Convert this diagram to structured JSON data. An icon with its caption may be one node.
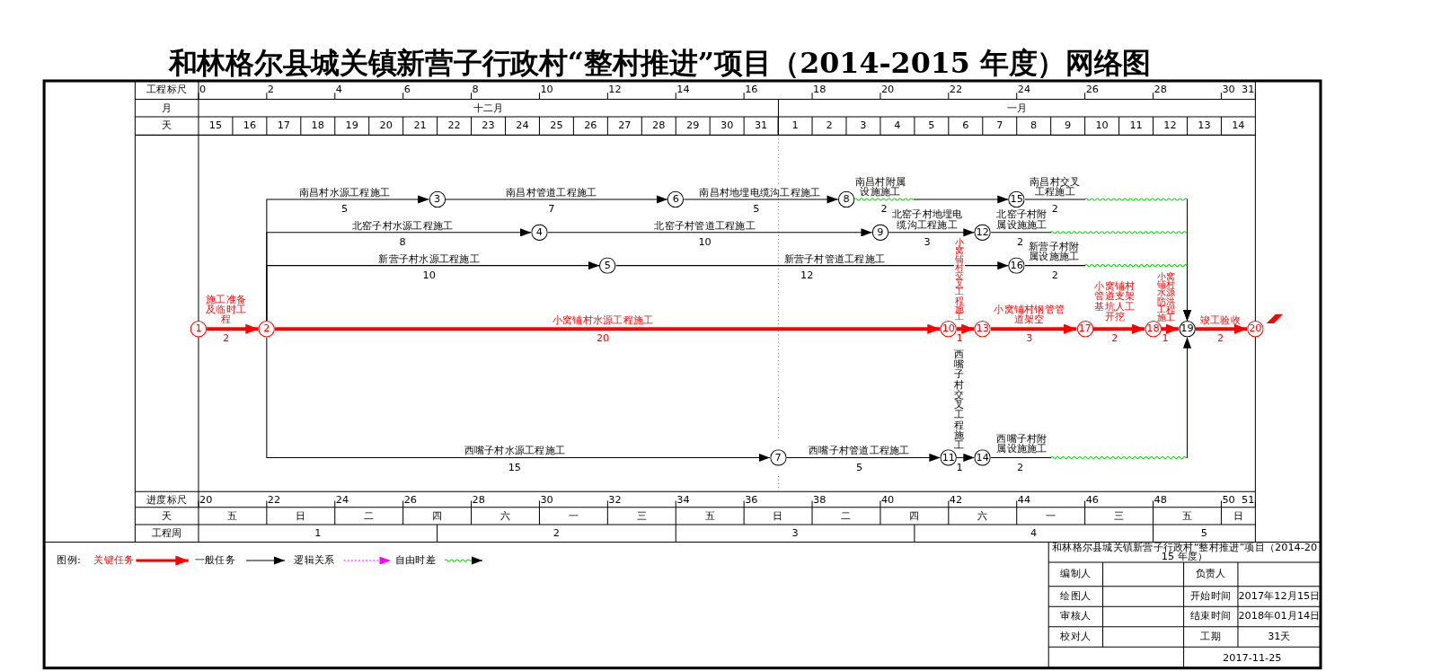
{
  "diagram": {
    "title": "和林格尔县城关镇新营子行政村“整村推进”项目（2014-2015 年度）网络图",
    "nodes": [
      {
        "text": [
          "1"
        ]
      },
      {
        "text": [
          "2"
        ]
      },
      {
        "text": [
          "3"
        ]
      },
      {
        "text": [
          "4"
        ]
      },
      {
        "text": [
          "5"
        ]
      },
      {
        "text": [
          "6"
        ]
      },
      {
        "text": [
          "7"
        ]
      },
      {
        "text": [
          "8"
        ]
      },
      {
        "text": [
          "9"
        ]
      },
      {
        "text": [
          "10"
        ]
      },
      {
        "text": [
          "11"
        ]
      },
      {
        "text": [
          "12"
        ]
      },
      {
        "text": [
          "13"
        ]
      },
      {
        "text": [
          "14"
        ]
      },
      {
        "text": [
          "15"
        ]
      },
      {
        "text": [
          "16"
        ]
      },
      {
        "text": [
          "17"
        ]
      },
      {
        "text": [
          "18"
        ]
      },
      {
        "text": [
          "19"
        ]
      },
      {
        "text": [
          "20"
        ]
      }
    ],
    "edges": [
      {
        "from": 0,
        "to": 1,
        "arrow": "to",
        "label": "施工准备及临时工程",
        "style": "thick",
        "color": "#ff0000"
      },
      {
        "from": 1,
        "to": 2,
        "arrow": "to",
        "label": "南昌村水源工程施工"
      },
      {
        "from": 2,
        "to": 5,
        "arrow": "to",
        "label": "南昌村管道工程施工"
      },
      {
        "from": 5,
        "to": 7,
        "arrow": "to",
        "label": "南昌村地埋电缆沟工程施工"
      },
      {
        "from": 7,
        "to": 14,
        "arrow": "to",
        "label": "南昌村附属设施施工"
      },
      {
        "from": 14,
        "to": 18,
        "arrow": "to",
        "label": "南昌村交叉工程施工"
      },
      {
        "from": 1,
        "to": 3,
        "arrow": "to",
        "label": "北窑子村水源工程施工"
      },
      {
        "from": 3,
        "to": 8,
        "arrow": "to",
        "label": "北窑子村管道工程施工"
      },
      {
        "from": 8,
        "to": 11,
        "arrow": "to",
        "label": "北窑子村地埋电缆沟工程施工"
      },
      {
        "from": 11,
        "to": 18,
        "arrow": "to",
        "label": "北窑子村附属设施施工"
      },
      {
        "from": 1,
        "to": 4,
        "arrow": "to",
        "label": "新营子村水源工程施工"
      },
      {
        "from": 4,
        "to": 15,
        "arrow": "to",
        "label": "新营子村管道工程施工"
      },
      {
        "from": 15,
        "to": 18,
        "arrow": "to",
        "label": "新营子村附属设施施工"
      },
      {
        "from": 1,
        "to": 9,
        "arrow": "to",
        "label": "小窝铺村水源工程施工",
        "style": "thick",
        "color": "#ff0000"
      },
      {
        "from": 9,
        "to": 12,
        "arrow": "to",
        "label": "小窝铺村交叉工程施工",
        "style": "thick",
        "color": "#ff0000"
      },
      {
        "from": 12,
        "to": 16,
        "arrow": "to",
        "label": "小窝铺村钢管管道架空",
        "style": "thick",
        "color": "#ff0000"
      },
      {
        "from": 16,
        "to": 17,
        "arrow": "to",
        "label": "小窝铺村管道支架基坑人工开挖",
        "style": "thick",
        "color": "#ff0000"
      },
      {
        "from": 17,
        "to": 18,
        "arrow": "to",
        "label": "小窝铺村水源防洪工程施工",
        "style": "thick",
        "color": "#ff0000"
      },
      {
        "from": 18,
        "to": 19,
        "arrow": "to",
        "label": "竣工验收",
        "style": "thick",
        "color": "#ff0000"
      },
      {
        "from": 1,
        "to": 6,
        "arrow": "to",
        "label": "西嘴子村水源工程施工"
      },
      {
        "from": 6,
        "to": 10,
        "arrow": "to",
        "label": "西嘴子村管道工程施工"
      },
      {
        "from": 10,
        "to": 13,
        "arrow": "to",
        "label": "西嘴子村交叉工程施工"
      },
      {
        "from": 13,
        "to": 18,
        "arrow": "to",
        "label": "西嘴子村附属设施施工"
      }
    ],
    "labels": [
      "工程标尺",
      "0",
      "2",
      "4",
      "6",
      "8",
      "10",
      "12",
      "14",
      "16",
      "18",
      "20",
      "22",
      "24",
      "26",
      "28",
      "30",
      "31",
      "月",
      "十二月",
      "一月",
      "天",
      "15",
      "16",
      "17",
      "18",
      "19",
      "20",
      "21",
      "22",
      "23",
      "24",
      "25",
      "26",
      "27",
      "28",
      "29",
      "30",
      "31",
      "1",
      "2",
      "3",
      "4",
      "5",
      "6",
      "7",
      "8",
      "9",
      "10",
      "11",
      "12",
      "13",
      "14",
      "2",
      "5",
      "7",
      "5",
      "2",
      "2",
      "8",
      "10",
      "3",
      "2",
      "10",
      "12",
      "2",
      "20",
      "1",
      "3",
      "2",
      "1",
      "2",
      "15",
      "5",
      "1",
      "2",
      "进度标尺",
      "20",
      "22",
      "24",
      "26",
      "28",
      "30",
      "32",
      "34",
      "36",
      "38",
      "40",
      "42",
      "44",
      "46",
      "48",
      "50",
      "51",
      "天",
      "五",
      "日",
      "二",
      "四",
      "六",
      "一",
      "三",
      "五",
      "日",
      "二",
      "四",
      "六",
      "一",
      "三",
      "五",
      "日",
      "工程周",
      "1",
      "2",
      "3",
      "4",
      "5",
      "图例:",
      "和林格尔县城关镇新营子行政村“整村推进”项目（2014-2015 年度）",
      "编制人",
      "负责人",
      "绘图人",
      "开始时间",
      "2017年12月15日",
      "审核人",
      "结束时间",
      "2018年01月14日",
      "校对人",
      "工期",
      "31天",
      "2017-11-25"
    ],
    "legend": [
      {
        "text": "关键任务"
      },
      {
        "text": "一般任务"
      },
      {
        "text": "逻辑关系"
      },
      {
        "text": "自由时差"
      }
    ]
  }
}
